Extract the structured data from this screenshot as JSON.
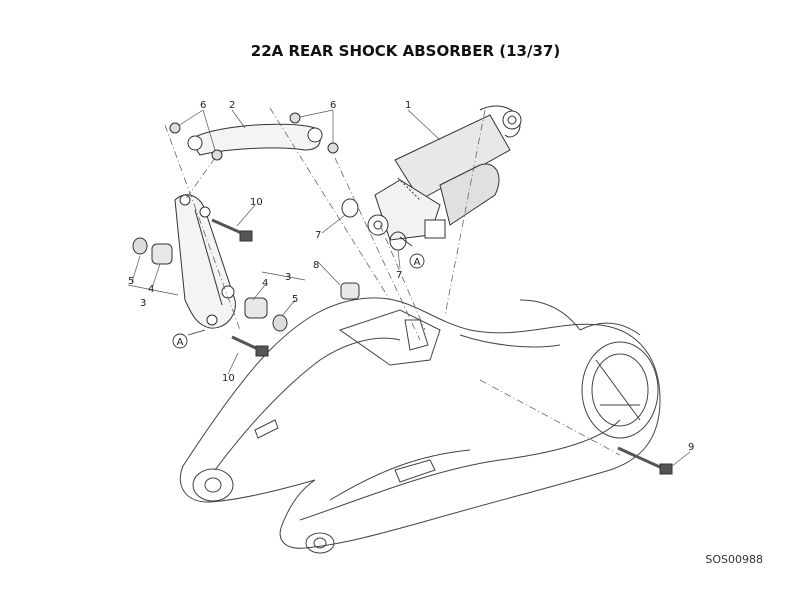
{
  "title": "22A REAR SHOCK ABSORBER (13/37)",
  "diagram_code": "SOS00988",
  "callouts": [
    {
      "id": "c1",
      "text": "1"
    },
    {
      "id": "c2",
      "text": "2"
    },
    {
      "id": "c3a",
      "text": "3"
    },
    {
      "id": "c3b",
      "text": "3"
    },
    {
      "id": "c4a",
      "text": "4"
    },
    {
      "id": "c4b",
      "text": "4"
    },
    {
      "id": "c5a",
      "text": "5"
    },
    {
      "id": "c5b",
      "text": "5"
    },
    {
      "id": "c6a",
      "text": "6"
    },
    {
      "id": "c6b",
      "text": "6"
    },
    {
      "id": "c7a",
      "text": "7"
    },
    {
      "id": "c7b",
      "text": "7"
    },
    {
      "id": "c8",
      "text": "8"
    },
    {
      "id": "c9",
      "text": "9"
    },
    {
      "id": "c10a",
      "text": "10"
    },
    {
      "id": "c10b",
      "text": "10"
    }
  ],
  "reference_markers": [
    {
      "id": "ra",
      "text": "A"
    },
    {
      "id": "rb",
      "text": "A"
    }
  ]
}
